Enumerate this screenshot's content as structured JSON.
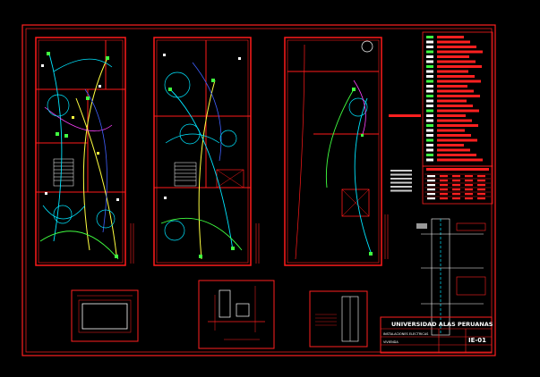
{
  "title_block": {
    "university": "UNIVERSIDAD ALAS PERUANAS",
    "row1_label": "INSTALACIONES ELECTRICAS",
    "row2_label": "VIVIENDA",
    "sheet_code": "IE-01"
  },
  "colors": {
    "background": "#000000",
    "frame": "#ff2020",
    "wall": "#ff1a1a",
    "wire_cyan": "#00e5ff",
    "wire_yellow": "#ffff40",
    "wire_magenta": "#ff40ff",
    "wire_green": "#40ff40",
    "wire_blue": "#4060ff",
    "text": "#ffffff"
  }
}
